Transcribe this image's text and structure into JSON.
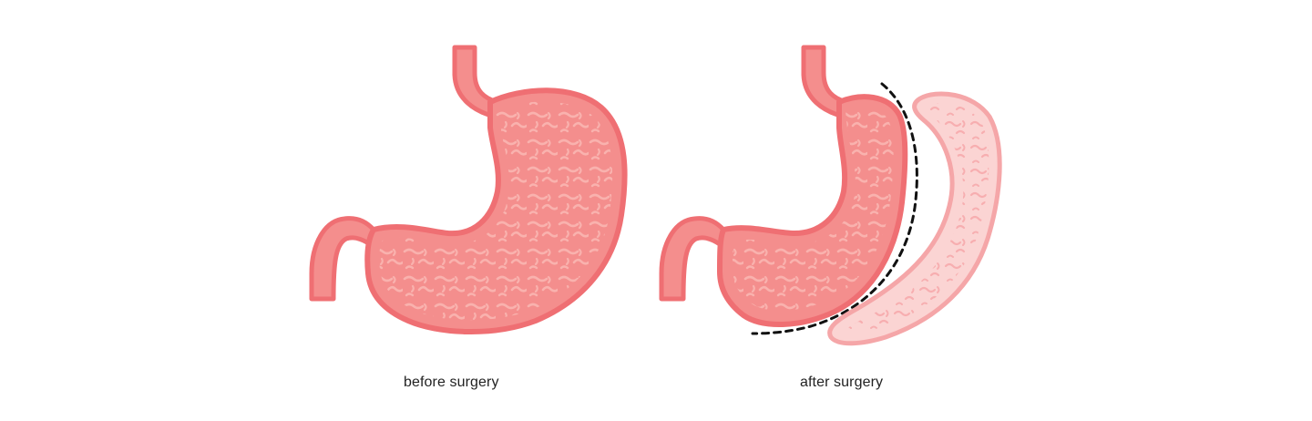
{
  "panels": [
    {
      "id": "before",
      "caption": "before surgery"
    },
    {
      "id": "after",
      "caption": "after surgery"
    }
  ],
  "colors": {
    "background": "#ffffff",
    "stomach_outline": "#ef6f73",
    "stomach_fill": "#f48e8d",
    "texture": "#f9b2ae",
    "removed_outline": "#f5a6a8",
    "removed_fill": "#fbd4d3",
    "removed_texture": "#f7aeb0",
    "cut_line": "#111111",
    "caption_text": "#222222"
  },
  "icons": {
    "stomach": "stomach-icon",
    "removed_part": "removed-stomach-portion-icon",
    "cut_line": "dashed-cut-line-icon"
  }
}
